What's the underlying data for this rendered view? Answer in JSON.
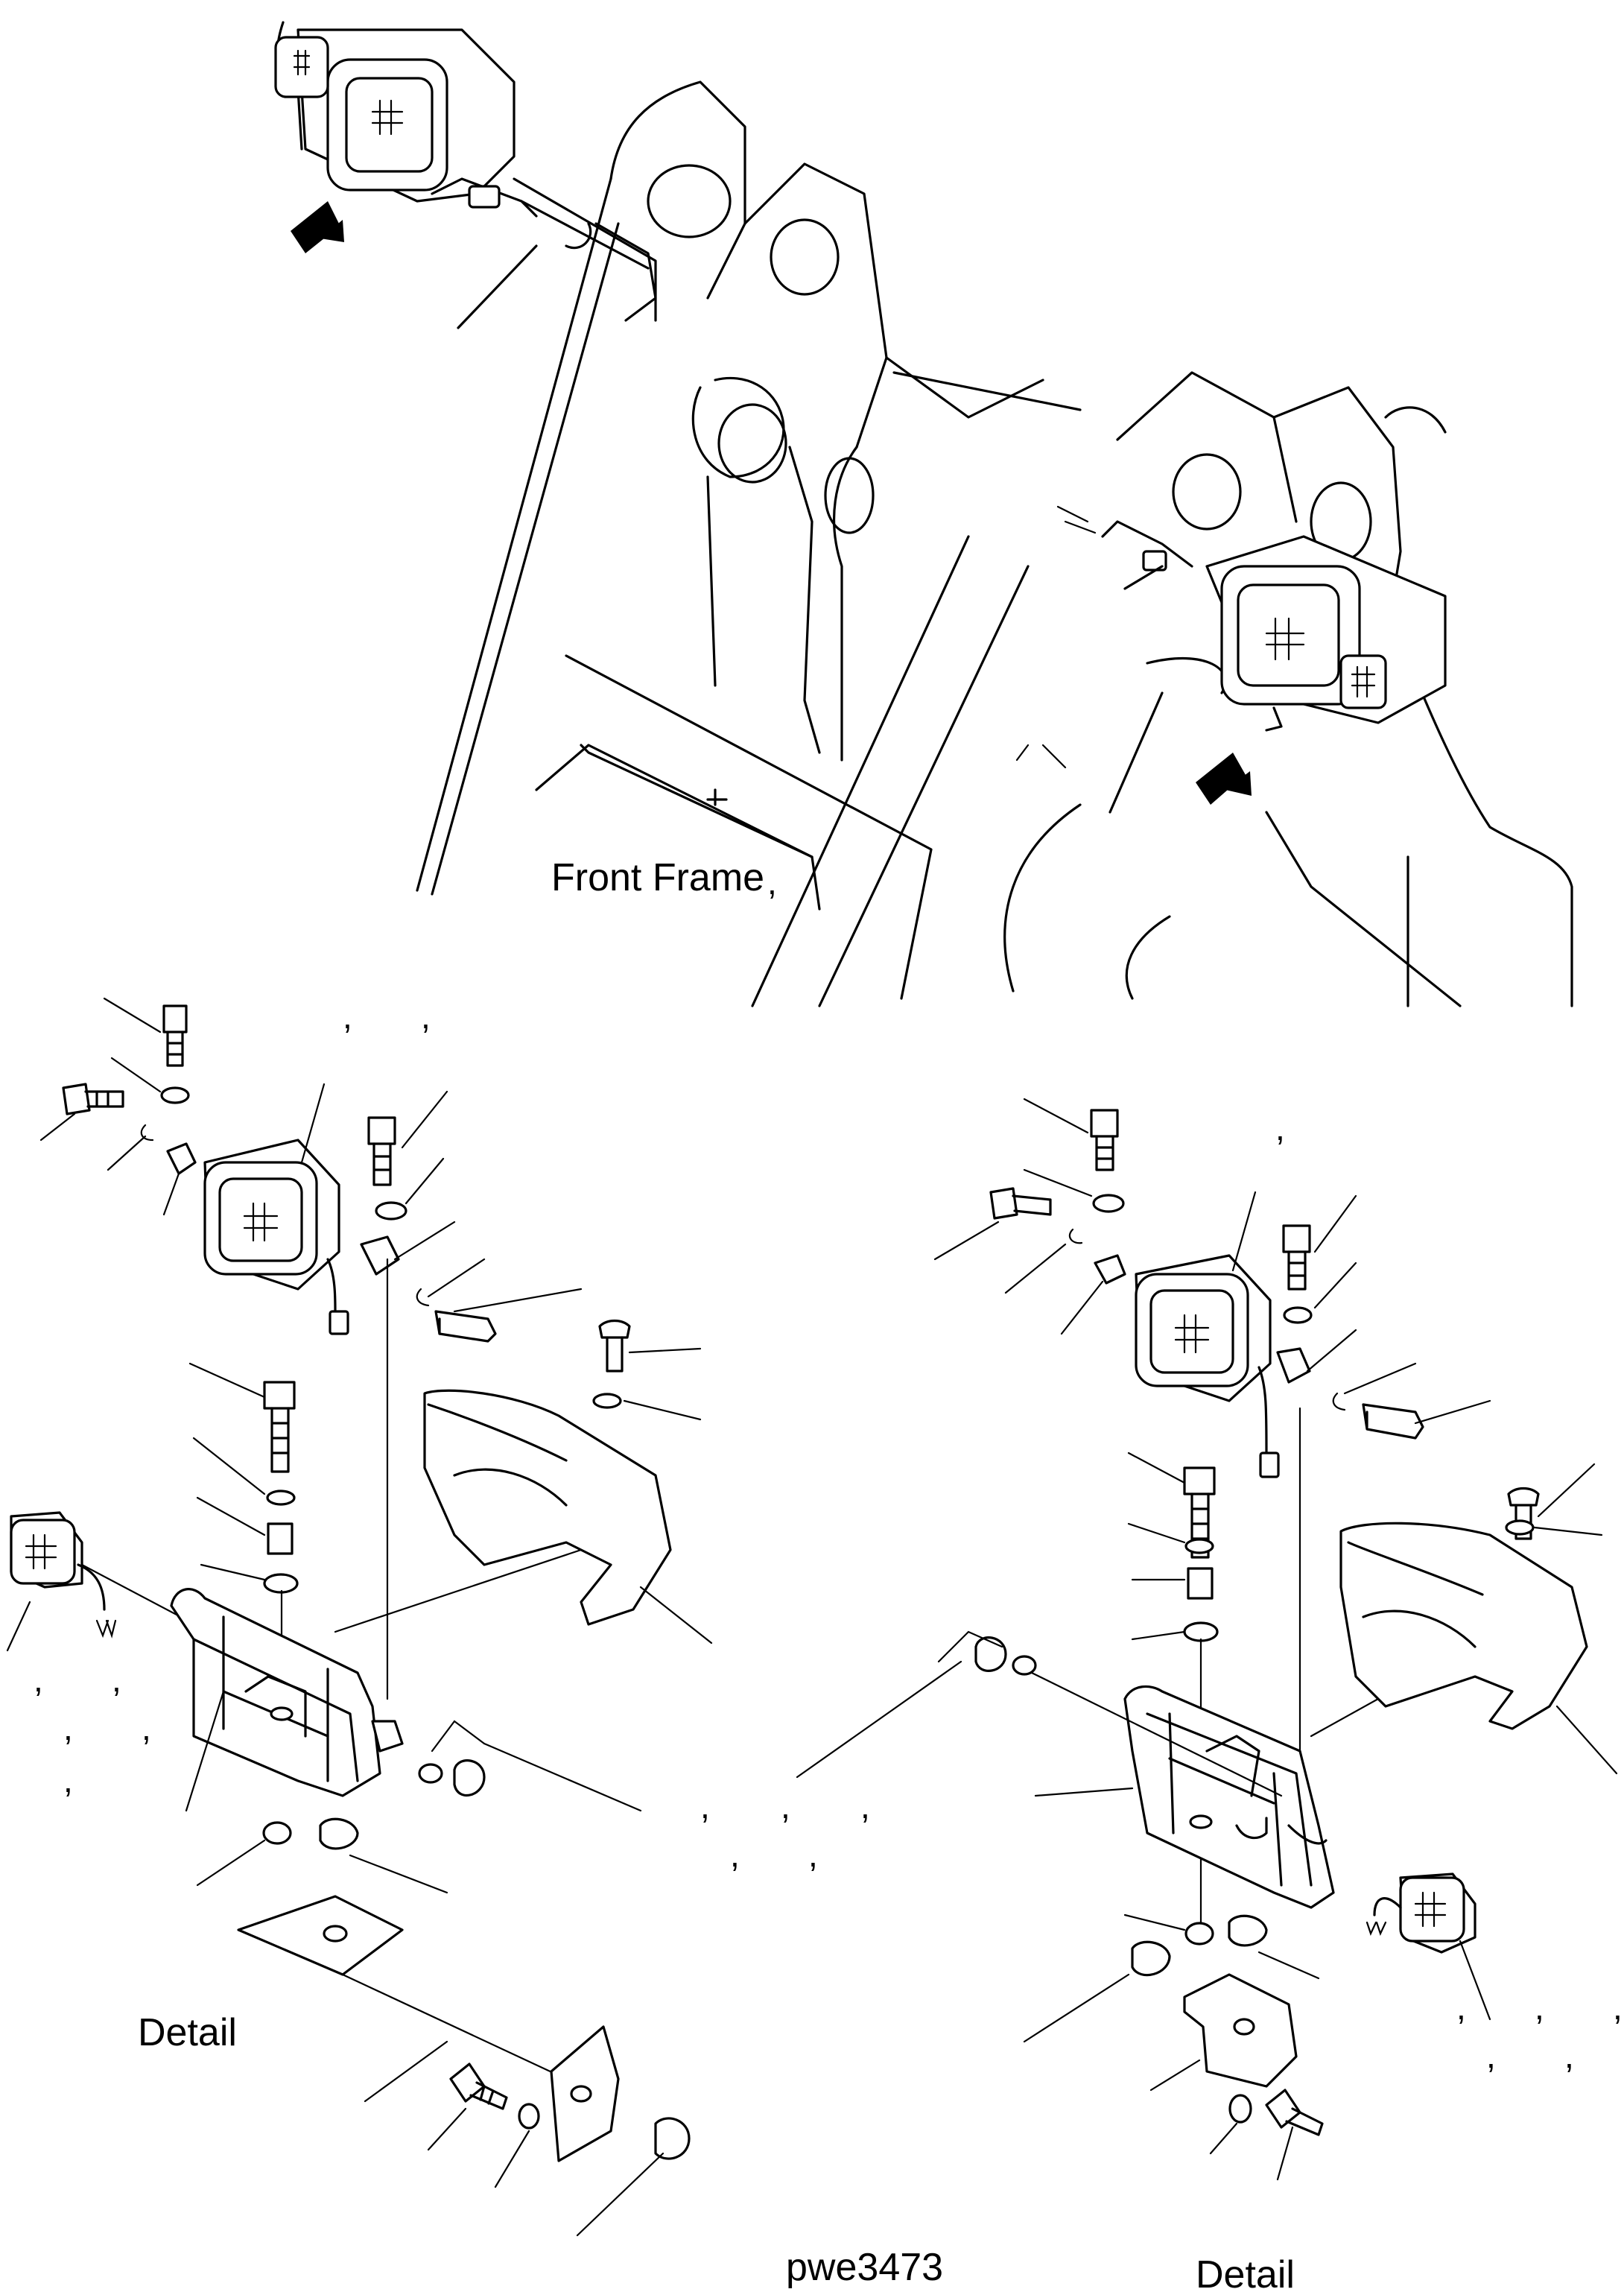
{
  "labels": {
    "front_frame": "Front Frame",
    "detail_left": "Detail",
    "detail_right": "Detail",
    "drawing_id": "pwe3473"
  },
  "commas": [
    ",",
    ",",
    ",",
    ",",
    ",",
    ",",
    ",",
    ",",
    ",",
    ",",
    ",",
    ",",
    ",",
    ",",
    ",",
    ",",
    ",",
    ",",
    ","
  ]
}
